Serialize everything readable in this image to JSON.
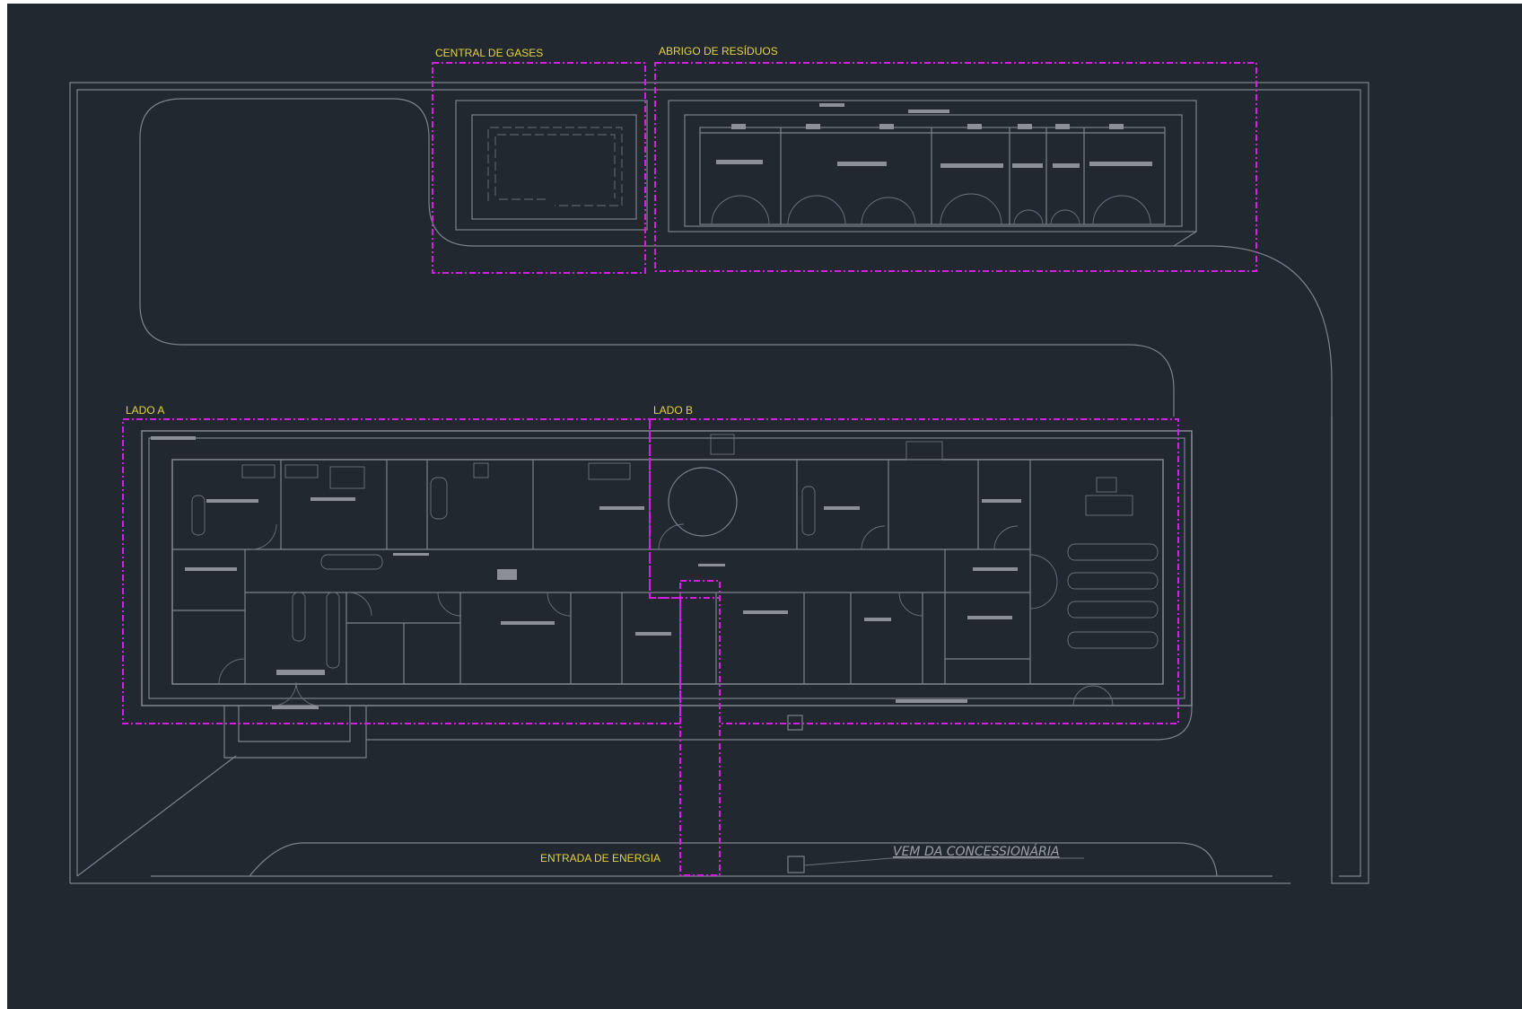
{
  "drawing": {
    "background_color": "#212830",
    "line_color": "#7d838b",
    "zone_color": "#d61ee8",
    "label_color": "#e6d33a"
  },
  "labels": {
    "central_de_gases": "CENTRAL DE GASES",
    "abrigo_de_residuos": "ABRIGO DE RESÍDUOS",
    "lado_a": "LADO A",
    "lado_b": "LADO B",
    "entrada_de_energia": "ENTRADA DE ENERGIA",
    "vem_da_concessionaria": "VEM DA CONCESSIONÁRIA"
  }
}
